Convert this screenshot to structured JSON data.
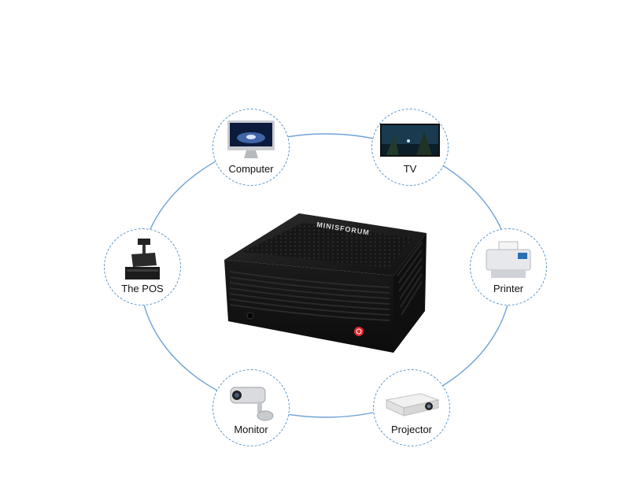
{
  "devices": {
    "computer": {
      "label": "Computer",
      "icon": "imac-icon"
    },
    "tv": {
      "label": "TV",
      "icon": "tv-icon"
    },
    "pos": {
      "label": "The POS",
      "icon": "pos-terminal-icon"
    },
    "printer": {
      "label": "Printer",
      "icon": "printer-icon"
    },
    "monitor": {
      "label": "Monitor",
      "icon": "security-camera-icon"
    },
    "projector": {
      "label": "Projector",
      "icon": "projector-icon"
    }
  },
  "center_product": {
    "brand": "MINISFORUM",
    "color": "#1a1a1a"
  },
  "colors": {
    "ring": "#6fa3d6",
    "node_border": "#5b95c9",
    "power_led": "#e0262b"
  }
}
